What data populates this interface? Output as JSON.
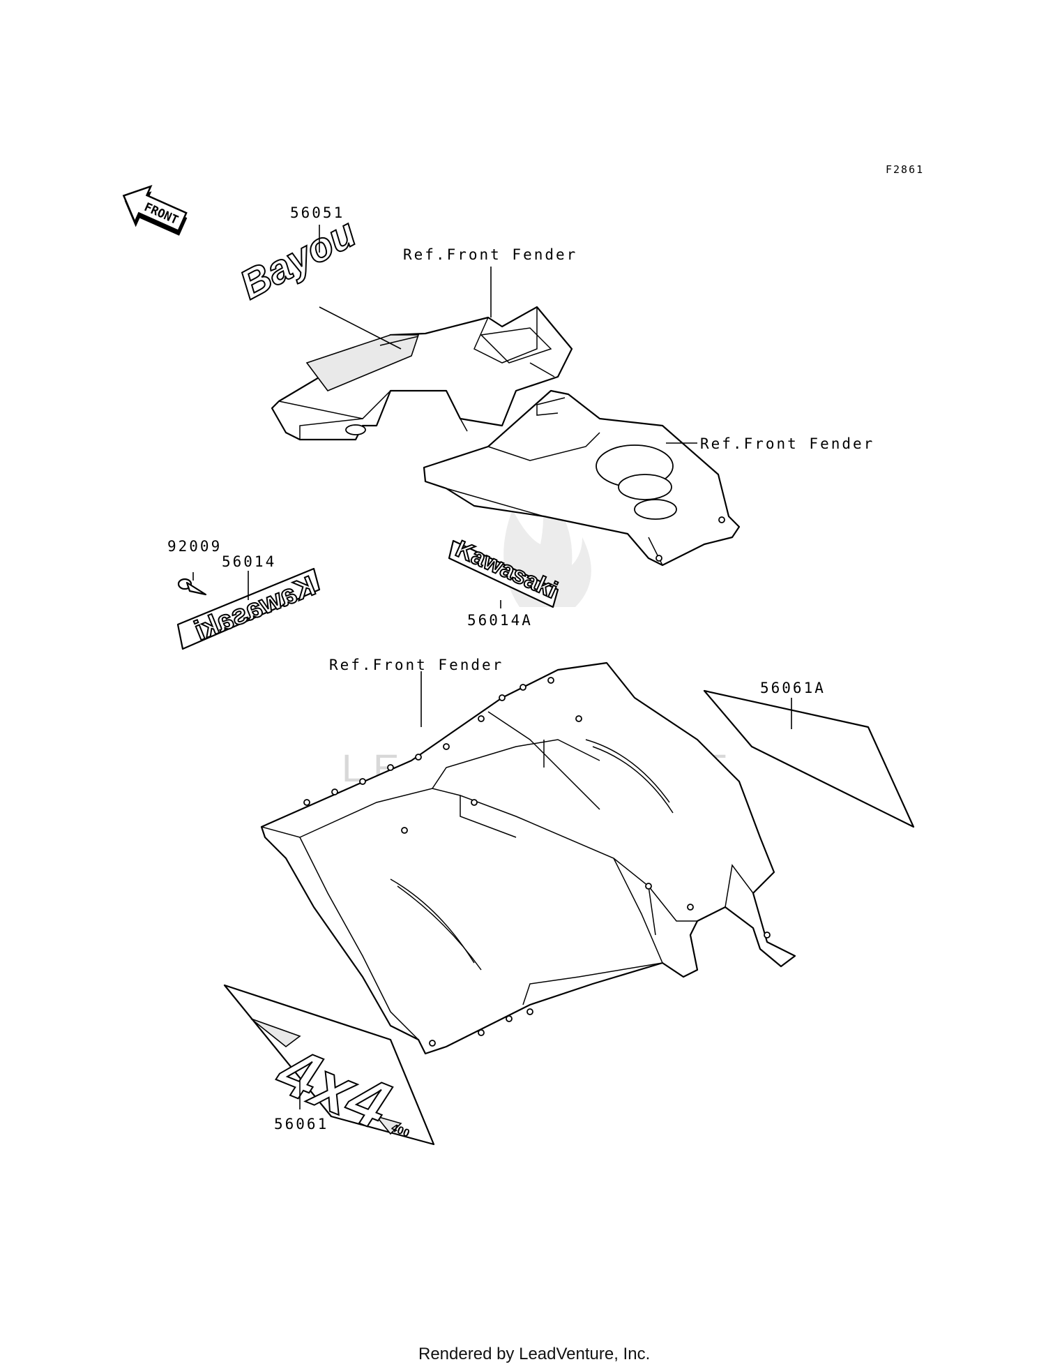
{
  "diagram_code": "F2861",
  "front_arrow_label": "FRONT",
  "callouts": {
    "p56051": "56051",
    "p92009": "92009",
    "p56014": "56014",
    "p56014A": "56014A",
    "p56061A": "56061A",
    "p56061": "56061"
  },
  "references": {
    "front_fender_top": "Ref.Front Fender",
    "front_fender_right": "Ref.Front Fender",
    "front_fender_bottom": "Ref.Front Fender"
  },
  "decals": {
    "bayou": "Bayou",
    "kawasaki_left": "Kawasaki",
    "kawasaki_center": "Kawasaki",
    "four_by_four": "4x4",
    "displacement": "400"
  },
  "watermark": "LEADVENTURE",
  "footer": "Rendered by LeadVenture, Inc."
}
